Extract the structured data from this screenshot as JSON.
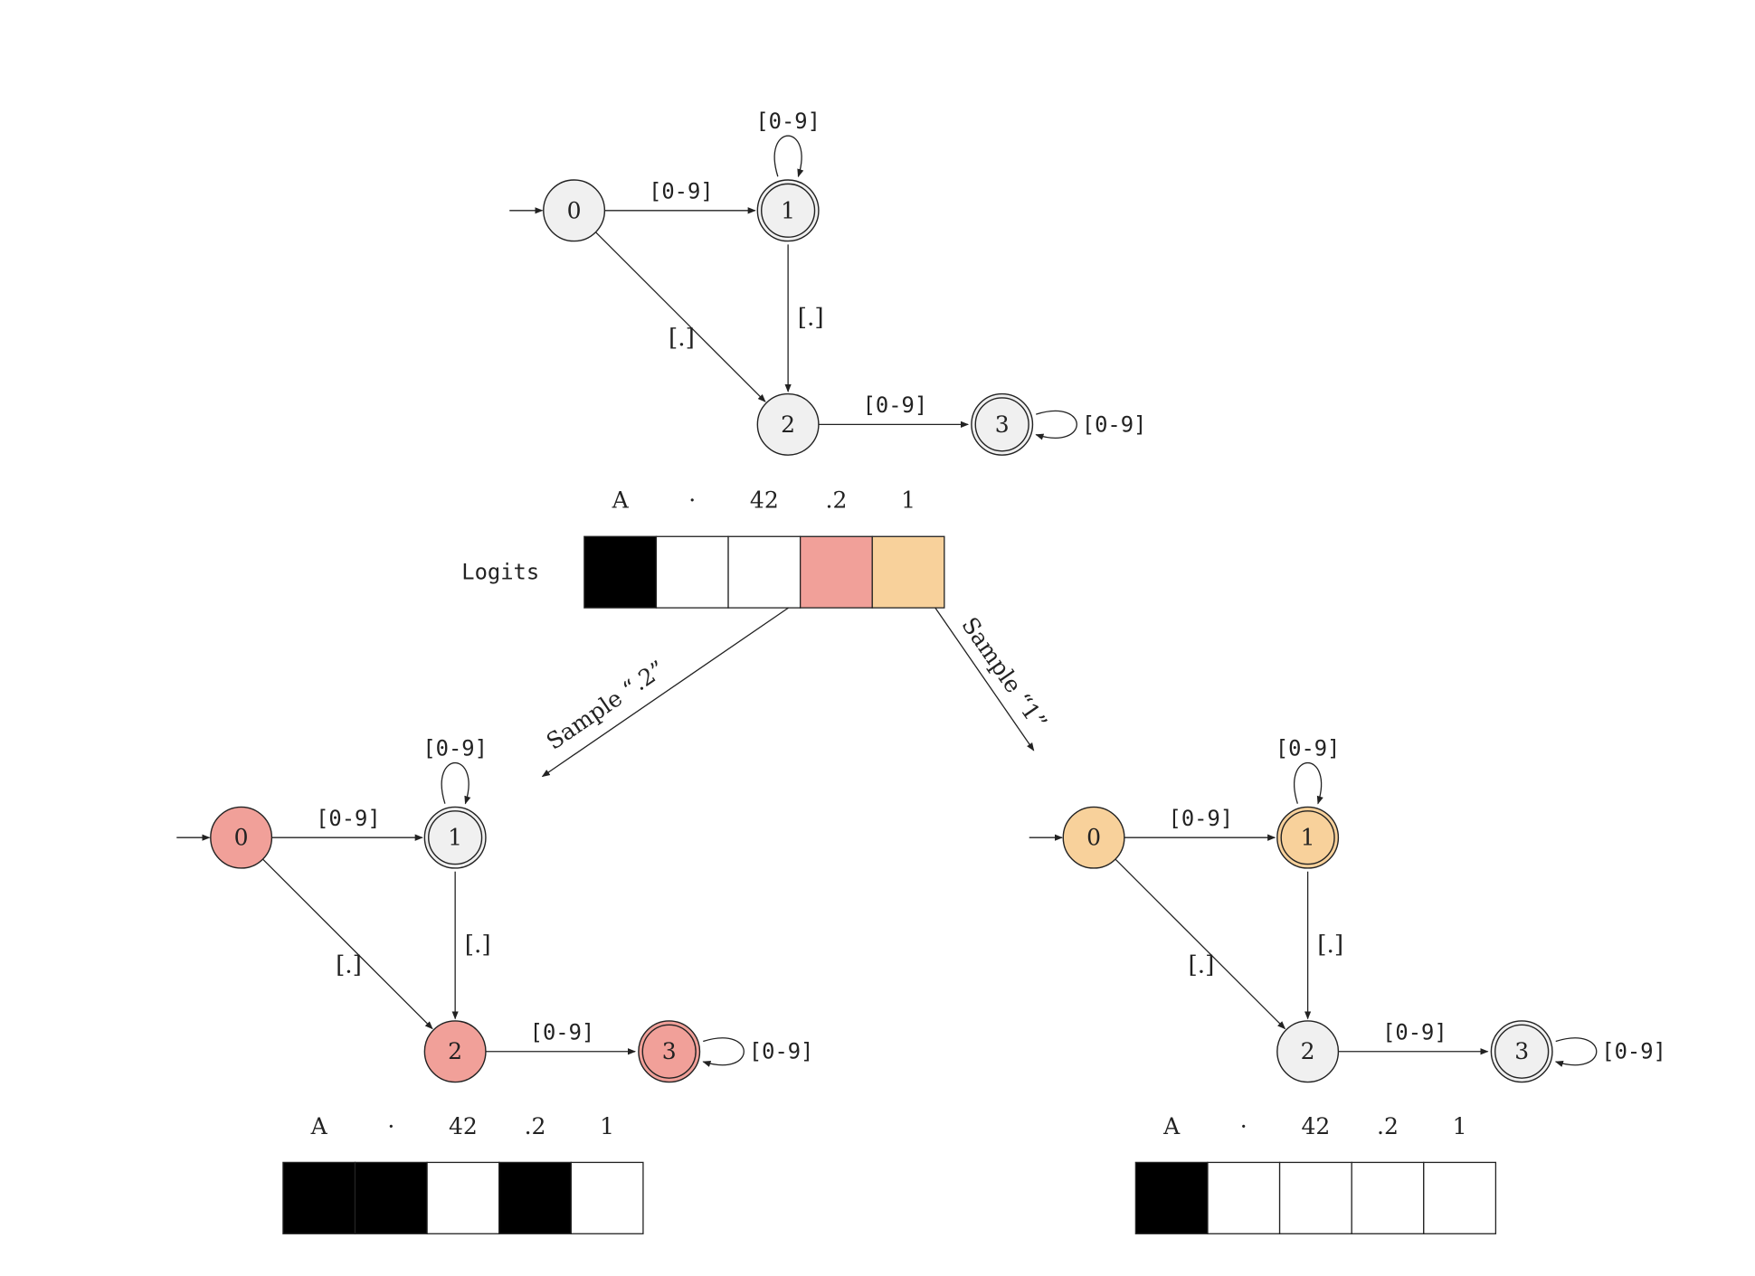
{
  "colors": {
    "background": "#ffffff",
    "stroke": "#222222",
    "state_default": "#f0f0f0",
    "highlight_red": "#f1a099",
    "highlight_orange": "#f8d19b",
    "mask_on": "#000000",
    "mask_off": "#ffffff"
  },
  "token_labels": [
    "A",
    "·",
    "42",
    ".2",
    "1"
  ],
  "logits_label": "Logits",
  "edge_labels": {
    "digit": "[0-9]",
    "dot": "[.]"
  },
  "automata": [
    {
      "id": "top",
      "states": [
        {
          "label": "0",
          "accepting": false,
          "fill": "default"
        },
        {
          "label": "1",
          "accepting": true,
          "fill": "default"
        },
        {
          "label": "2",
          "accepting": false,
          "fill": "default"
        },
        {
          "label": "3",
          "accepting": true,
          "fill": "default"
        }
      ],
      "vector": [
        "black",
        "white",
        "white",
        "red",
        "orange"
      ]
    },
    {
      "id": "left",
      "states": [
        {
          "label": "0",
          "accepting": false,
          "fill": "red"
        },
        {
          "label": "1",
          "accepting": true,
          "fill": "default"
        },
        {
          "label": "2",
          "accepting": false,
          "fill": "red"
        },
        {
          "label": "3",
          "accepting": true,
          "fill": "red"
        }
      ],
      "vector": [
        "black",
        "black",
        "white",
        "black",
        "white"
      ]
    },
    {
      "id": "right",
      "states": [
        {
          "label": "0",
          "accepting": false,
          "fill": "orange"
        },
        {
          "label": "1",
          "accepting": true,
          "fill": "orange"
        },
        {
          "label": "2",
          "accepting": false,
          "fill": "default"
        },
        {
          "label": "3",
          "accepting": true,
          "fill": "default"
        }
      ],
      "vector": [
        "black",
        "white",
        "white",
        "white",
        "white"
      ]
    }
  ],
  "sample_arrows": {
    "left": "Sample “.2”",
    "right": "Sample “1”"
  }
}
